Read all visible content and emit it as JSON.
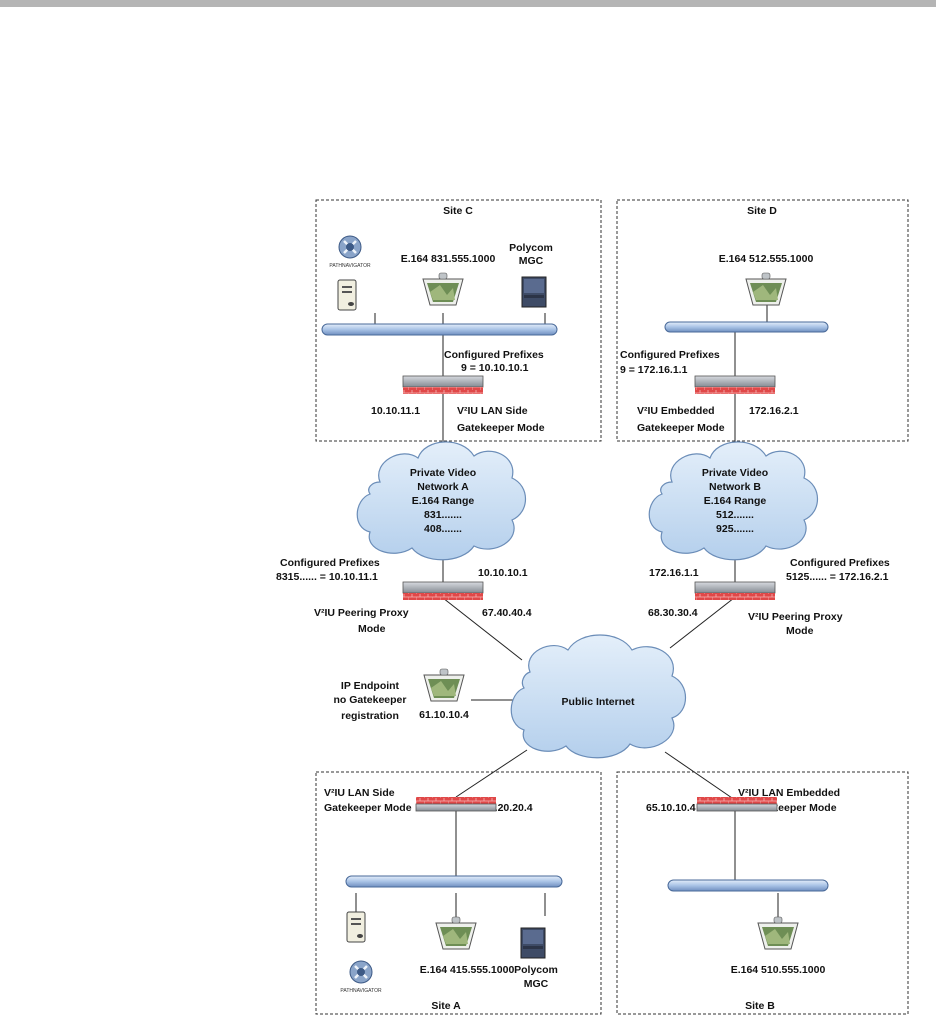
{
  "sites": {
    "c": {
      "title": "Site C",
      "pathnavigator": "PATHNAVIGATOR",
      "endpoint_number": "E.164 831.555.1000",
      "mgc": [
        "Polycom",
        "MGC"
      ],
      "prefixes_title": "Configured Prefixes",
      "prefixes_value": "9 = 10.10.10.1",
      "lan_ip": "10.10.11.1",
      "mode": [
        "V²IU LAN Side",
        "Gatekeeper Mode"
      ]
    },
    "d": {
      "title": "Site D",
      "endpoint_number": "E.164 512.555.1000",
      "prefixes_title": "Configured Prefixes",
      "prefixes_value": "9 = 172.16.1.1",
      "lan_ip": "172.16.2.1",
      "mode": [
        "V²IU Embedded",
        "Gatekeeper Mode"
      ]
    },
    "a": {
      "title": "Site A",
      "pathnavigator": "PATHNAVIGATOR",
      "mode": [
        "V²IU LAN Side",
        "Gatekeeper Mode"
      ],
      "wan_ip": "66.20.20.4",
      "endpoint_number": "E.164 415.555.1000",
      "mgc": [
        "Polycom",
        "MGC"
      ]
    },
    "b": {
      "title": "Site B",
      "wan_ip": "65.10.10.4",
      "mode": [
        "V²IU LAN Embedded",
        "Gatekeeper Mode"
      ],
      "endpoint_number": "E.164 510.555.1000"
    }
  },
  "clouds": {
    "network_a": [
      "Private Video",
      "Network A",
      "E.164 Range",
      "831.......",
      "408......."
    ],
    "network_b": [
      "Private Video",
      "Network B",
      "E.164 Range",
      "512.......",
      "925......."
    ],
    "internet": "Public Internet"
  },
  "proxy_a": {
    "prefixes_title": "Configured Prefixes",
    "prefixes_value": "8315...... = 10.10.11.1",
    "inside_ip": "10.10.10.1",
    "outside_ip": "67.40.40.4",
    "mode": [
      "V²IU Peering Proxy",
      "Mode"
    ]
  },
  "proxy_b": {
    "prefixes_title": "Configured Prefixes",
    "prefixes_value": "5125...... = 172.16.2.1",
    "inside_ip": "172.16.1.1",
    "outside_ip": "68.30.30.4",
    "mode": [
      "V²IU Peering Proxy",
      "Mode"
    ]
  },
  "ip_endpoint": {
    "label": [
      "IP Endpoint",
      "no Gatekeeper",
      "registration"
    ],
    "ip": "61.10.10.4"
  },
  "colors": {
    "bus": "#a9c3e6",
    "cloud": "#c5dbf0",
    "firewall": "#d23a3a",
    "device": "#9aa0a8"
  }
}
